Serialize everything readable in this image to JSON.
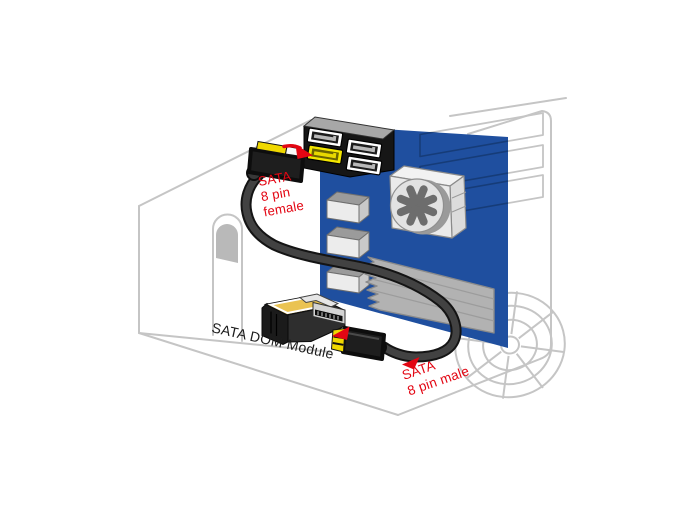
{
  "diagram": {
    "labels": {
      "female_connector": {
        "line1": "SATA",
        "line2": "8 pin",
        "line3": "female"
      },
      "male_connector": {
        "line1": "SATA",
        "line2": "8 pin male"
      },
      "dom_module": "SATA DOM Module"
    },
    "colors": {
      "motherboard": "#1f4f9f",
      "highlight_port": "#f3e600",
      "connector_yellow": "#f0d800",
      "label_red": "#e30613",
      "cable": "#424242",
      "case_outline": "#c5c5c5"
    },
    "icons": {
      "cpu_fan": "pinwheel-fan-icon",
      "case_fan_grille": "fan-grille-icon",
      "sata_ports": "sata-port-icon"
    }
  }
}
